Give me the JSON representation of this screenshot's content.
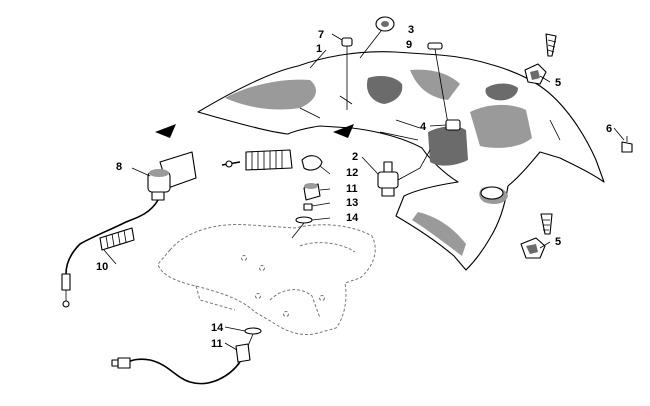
{
  "diagram": {
    "callouts": {
      "c1": "1",
      "c2": "2",
      "c3": "3",
      "c4": "4",
      "c5a": "5",
      "c5b": "5",
      "c6": "6",
      "c7": "7",
      "c8": "8",
      "c9": "9",
      "c10": "10",
      "c11a": "11",
      "c11b": "11",
      "c12": "12",
      "c13": "13",
      "c14a": "14",
      "c14b": "14"
    }
  }
}
